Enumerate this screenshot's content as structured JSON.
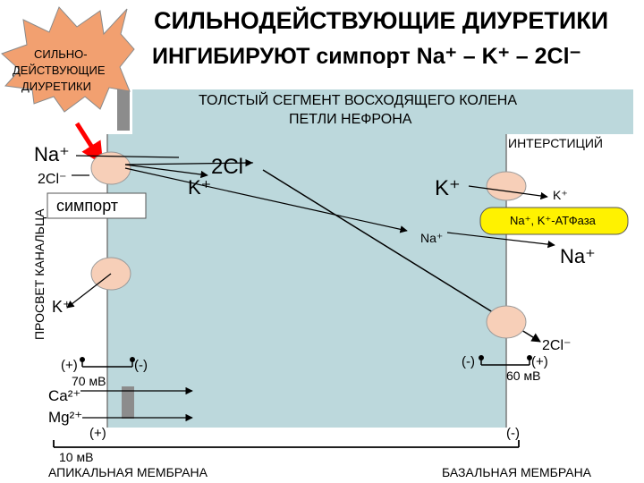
{
  "title": {
    "line1": "СИЛЬНОДЕЙСТВУЮЩИЕ ДИУРЕТИКИ",
    "line2": "ИНГИБИРУЮТ симпорт  Na⁺ – K⁺ – 2Cl⁻"
  },
  "burst": {
    "line1": "СИЛЬНО-",
    "line2": "ДЕЙСТВУЮЩИЕ",
    "line3": "ДИУРЕТИКИ"
  },
  "segment": {
    "line1": "ТОЛСТЫЙ СЕГМЕНТ ВОСХОДЯЩЕГО КОЛЕНА",
    "line2": "ПЕТЛИ НЕФРОНА"
  },
  "labels": {
    "interstitium": "ИНТЕРСТИЦИЙ",
    "lumen": "ПРОСВЕТ КАНАЛЬЦА",
    "apical": "АПИКАЛЬНАЯ МЕМБРАНА",
    "basal": "БАЗАЛЬНАЯ МЕМБРАНА",
    "symport": "симпорт",
    "atpase": "Na⁺, K⁺-АТФаза"
  },
  "ions": {
    "na_lumen": "Na⁺",
    "cl_lumen": "2Cl⁻",
    "k_cell": "K⁺",
    "cl_cell": "2Cl⁻",
    "k_basal": "K⁺",
    "k_inter": "K⁺",
    "na_cell": "Na⁺",
    "na_inter": "Na⁺",
    "k_apical_out": "K⁺",
    "cl_inter": "2Cl⁻",
    "ca": "Ca²⁺",
    "mg": "Mg²⁺"
  },
  "potentials": {
    "apical_plus": "(+)",
    "apical_minus": "(-)",
    "apical_mv": "70 мВ",
    "basal_minus": "(-)",
    "basal_plus": "(+)",
    "basal_mv": "60 мВ",
    "trans_plus": "(+)",
    "trans_minus": "(-)",
    "trans_mv": "10 мВ"
  },
  "colors": {
    "cell": "#bcd8dc",
    "burst": "#f2a070",
    "channel": "#f7cfb8",
    "atpase": "#fff200",
    "red_arrow": "#ff0000"
  }
}
